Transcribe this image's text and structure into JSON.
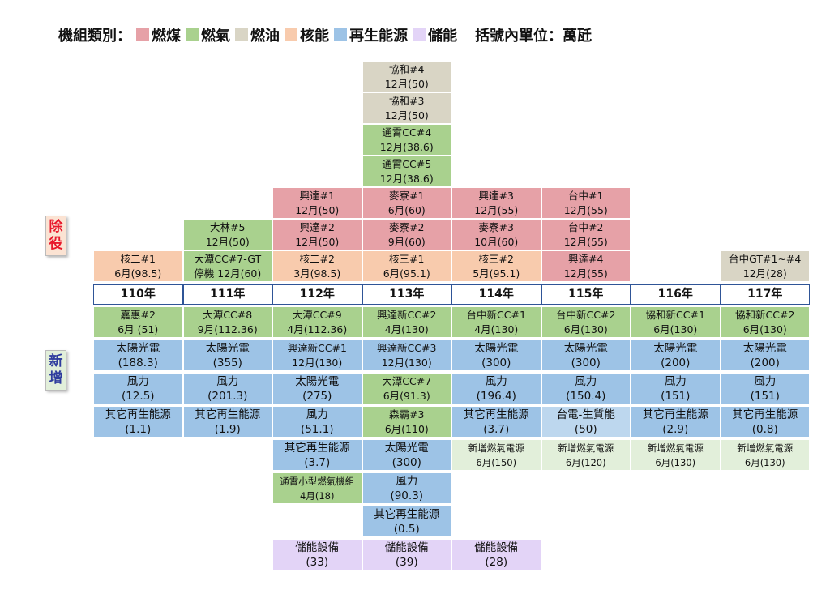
{
  "legend": {
    "title": "機組類別：",
    "items": [
      {
        "label": "燃煤",
        "color": "#e6a1a7"
      },
      {
        "label": "燃氣",
        "color": "#a9d18e"
      },
      {
        "label": "燃油",
        "color": "#d9d5c5"
      },
      {
        "label": "核能",
        "color": "#f8cbad"
      },
      {
        "label": "再生能源",
        "color": "#9dc3e6"
      },
      {
        "label": "儲能",
        "color": "#e3d4f7"
      }
    ],
    "unit_note": "括號內單位：萬瓩"
  },
  "side_labels": {
    "retire": "除役",
    "add": "新增"
  },
  "years": [
    "110年",
    "111年",
    "112年",
    "113年",
    "114年",
    "115年",
    "116年",
    "117年"
  ],
  "retire": [
    [
      {
        "l1": "核二#1",
        "l2": "6月(98.5)",
        "type": "nuclear"
      }
    ],
    [
      {
        "l1": "大潭CC#7-GT",
        "l2": "停機 12月(60)",
        "type": "gas"
      },
      {
        "l1": "大林#5",
        "l2": "12月(50)",
        "type": "gas"
      }
    ],
    [
      {
        "l1": "核二#2",
        "l2": "3月(98.5)",
        "type": "nuclear"
      },
      {
        "l1": "興達#2",
        "l2": "12月(50)",
        "type": "coal"
      },
      {
        "l1": "興達#1",
        "l2": "12月(50)",
        "type": "coal"
      }
    ],
    [
      {
        "l1": "核三#1",
        "l2": "6月(95.1)",
        "type": "nuclear"
      },
      {
        "l1": "麥寮#2",
        "l2": "9月(60)",
        "type": "coal"
      },
      {
        "l1": "麥寮#1",
        "l2": "6月(60)",
        "type": "coal"
      },
      {
        "l1": "通霄CC#5",
        "l2": "12月(38.6)",
        "type": "gas"
      },
      {
        "l1": "通霄CC#4",
        "l2": "12月(38.6)",
        "type": "gas"
      },
      {
        "l1": "協和#3",
        "l2": "12月(50)",
        "type": "oil"
      },
      {
        "l1": "協和#4",
        "l2": "12月(50)",
        "type": "oil"
      }
    ],
    [
      {
        "l1": "核三#2",
        "l2": "5月(95.1)",
        "type": "nuclear"
      },
      {
        "l1": "麥寮#3",
        "l2": "10月(60)",
        "type": "coal"
      },
      {
        "l1": "興達#3",
        "l2": "12月(55)",
        "type": "coal"
      }
    ],
    [
      {
        "l1": "興達#4",
        "l2": "12月(55)",
        "type": "coal"
      },
      {
        "l1": "台中#2",
        "l2": "12月(55)",
        "type": "coal"
      },
      {
        "l1": "台中#1",
        "l2": "12月(55)",
        "type": "coal"
      }
    ],
    [],
    [
      {
        "l1": "台中GT#1~#4",
        "l2": "12月(28)",
        "type": "oil"
      }
    ]
  ],
  "add": [
    [
      {
        "l1": "嘉惠#2",
        "l2": "6月 (51)",
        "type": "gas"
      },
      {
        "l1": "太陽光電",
        "l2": "(188.3)",
        "type": "renew",
        "big": true
      },
      {
        "l1": "風力",
        "l2": "(12.5)",
        "type": "renew",
        "big": true
      },
      {
        "l1": "其它再生能源",
        "l2": "(1.1)",
        "type": "renew",
        "big": true
      }
    ],
    [
      {
        "l1": "大潭CC#8",
        "l2": "9月(112.36)",
        "type": "gas"
      },
      {
        "l1": "太陽光電",
        "l2": "(355)",
        "type": "renew",
        "big": true
      },
      {
        "l1": "風力",
        "l2": "(201.3)",
        "type": "renew",
        "big": true
      },
      {
        "l1": "其它再生能源",
        "l2": "(1.9)",
        "type": "renew",
        "big": true
      }
    ],
    [
      {
        "l1": "大潭CC#9",
        "l2": "4月(112.36)",
        "type": "gas"
      },
      {
        "l1": "興達新CC#1",
        "l2": "12月(130)",
        "type": "renew"
      },
      {
        "l1": "太陽光電",
        "l2": "(275)",
        "type": "renew",
        "big": true
      },
      {
        "l1": "風力",
        "l2": "(51.1)",
        "type": "renew",
        "big": true
      },
      {
        "l1": "其它再生能源",
        "l2": "(3.7)",
        "type": "renew",
        "big": true
      },
      {
        "l1": "通霄小型燃氣機組",
        "l2": "4月(18)",
        "type": "gas",
        "small": true
      },
      {
        "gap": true
      },
      {
        "l1": "儲能設備",
        "l2": "(33)",
        "type": "storage",
        "big": true
      }
    ],
    [
      {
        "l1": "興達新CC#2",
        "l2": "4月(130)",
        "type": "gas"
      },
      {
        "l1": "興達新CC#3",
        "l2": "12月(130)",
        "type": "renew"
      },
      {
        "l1": "大潭CC#7",
        "l2": "6月(91.3)",
        "type": "gas"
      },
      {
        "l1": "森霸#3",
        "l2": "6月(110)",
        "type": "gas"
      },
      {
        "l1": "太陽光電",
        "l2": "(300)",
        "type": "renew",
        "big": true
      },
      {
        "l1": "風力",
        "l2": "(90.3)",
        "type": "renew",
        "big": true
      },
      {
        "l1": "其它再生能源",
        "l2": "(0.5)",
        "type": "renew",
        "big": true
      },
      {
        "l1": "儲能設備",
        "l2": "(39)",
        "type": "storage",
        "big": true
      }
    ],
    [
      {
        "l1": "台中新CC#1",
        "l2": "4月(130)",
        "type": "gas"
      },
      {
        "l1": "太陽光電",
        "l2": "(300)",
        "type": "renew",
        "big": true
      },
      {
        "l1": "風力",
        "l2": "(196.4)",
        "type": "renew",
        "big": true
      },
      {
        "l1": "其它再生能源",
        "l2": "(3.7)",
        "type": "renew",
        "big": true
      },
      {
        "l1": "新增燃氣電源",
        "l2": "6月(150)",
        "type": "lightgas",
        "small": true
      },
      {
        "gap": true
      },
      {
        "gap": true
      },
      {
        "l1": "儲能設備",
        "l2": "(28)",
        "type": "storage",
        "big": true
      }
    ],
    [
      {
        "l1": "台中新CC#2",
        "l2": "6月(130)",
        "type": "gas"
      },
      {
        "l1": "太陽光電",
        "l2": "(300)",
        "type": "renew",
        "big": true
      },
      {
        "l1": "風力",
        "l2": "(150.4)",
        "type": "renew",
        "big": true
      },
      {
        "l1": "台電-生質能",
        "l2": "(50)",
        "type": "lightrenew",
        "big": true
      },
      {
        "l1": "新增燃氣電源",
        "l2": "6月(120)",
        "type": "lightgas",
        "small": true
      }
    ],
    [
      {
        "l1": "協和新CC#1",
        "l2": "6月(130)",
        "type": "gas"
      },
      {
        "l1": "太陽光電",
        "l2": "(200)",
        "type": "renew",
        "big": true
      },
      {
        "l1": "風力",
        "l2": "(151)",
        "type": "renew",
        "big": true
      },
      {
        "l1": "其它再生能源",
        "l2": "(2.9)",
        "type": "renew",
        "big": true
      },
      {
        "l1": "新增燃氣電源",
        "l2": "6月(130)",
        "type": "lightgas",
        "small": true
      }
    ],
    [
      {
        "l1": "協和新CC#2",
        "l2": "6月(130)",
        "type": "gas"
      },
      {
        "l1": "太陽光電",
        "l2": "(200)",
        "type": "renew",
        "big": true
      },
      {
        "l1": "風力",
        "l2": "(151)",
        "type": "renew",
        "big": true
      },
      {
        "l1": "其它再生能源",
        "l2": "(0.8)",
        "type": "renew",
        "big": true
      },
      {
        "l1": "新增燃氣電源",
        "l2": "6月(130)",
        "type": "lightgas",
        "small": true
      }
    ]
  ],
  "type_colors": {
    "coal": "#e6a1a7",
    "gas": "#a9d18e",
    "oil": "#d9d5c5",
    "nuclear": "#f8cbad",
    "renew": "#9dc3e6",
    "storage": "#e3d4f7",
    "lightgas": "#e2efda",
    "lightrenew": "#bdd7ee",
    "retire_label": "#e8192c",
    "add_label": "#2f3c9e"
  }
}
